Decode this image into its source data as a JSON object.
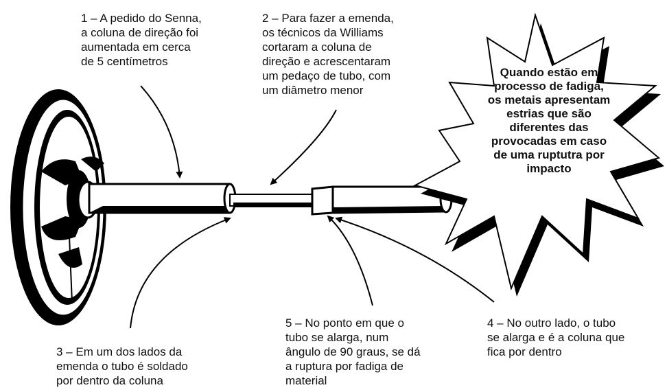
{
  "notes": {
    "n1": [
      "1 – A pedido do Senna,",
      "a coluna de direção foi",
      "aumentada em cerca",
      "de 5 centímetros"
    ],
    "n2": [
      "2 – Para fazer a emenda,",
      "os técnicos da Williams",
      "cortaram a coluna de",
      "direção e acrescentaram",
      "um pedaço de tubo, com",
      "um diâmetro menor"
    ],
    "n3": [
      "3 – Em um dos lados da",
      "emenda o tubo é soldado",
      "por dentro da coluna"
    ],
    "n4": [
      "4 – No outro lado, o tubo",
      "se alarga e é a coluna que",
      "fica por dentro"
    ],
    "n5": [
      "5 – No ponto em que o",
      "tubo se alarga, num",
      "ângulo de 90 graus, se dá",
      "a ruptura por fadiga de",
      "material"
    ]
  },
  "callout": [
    "Quando estão em",
    "processo de fadiga,",
    "os metais apresentam",
    "estrias que são",
    "diferentes das",
    "provocadas em caso",
    "de uma ruptutra por",
    "impacto"
  ]
}
